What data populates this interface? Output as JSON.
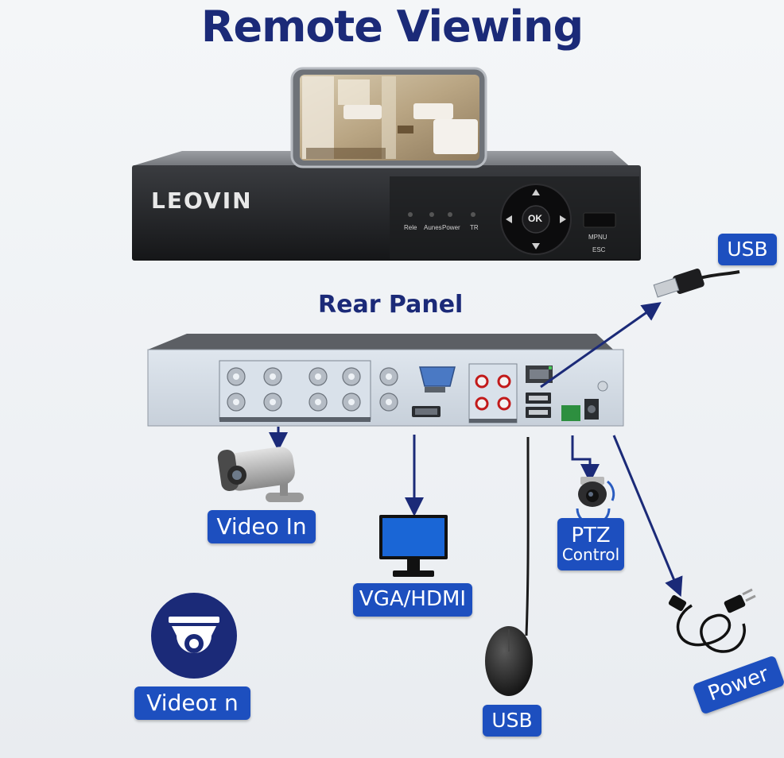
{
  "title": "Remote Viewing",
  "rear_panel_title": "Rear Panel",
  "device": {
    "brand": "LEOVIN",
    "front_leds": [
      "Rele",
      "Aunes",
      "Power",
      "TR"
    ],
    "ok_label": "OK",
    "menu_labels": [
      "MPNU",
      "ESC"
    ]
  },
  "labels": {
    "usb_top": "USB",
    "video_in": "Video In",
    "vga_hdmi": "VGA/HDMI",
    "ptz_line1": "PTZ",
    "ptz_line2": "Control",
    "usb_bottom": "USB",
    "video_in_2": "Videoɪ n",
    "power": "Power"
  },
  "colors": {
    "title": "#1b2a78",
    "badge": "#1d4fbf",
    "arrow": "#1b2a78"
  }
}
